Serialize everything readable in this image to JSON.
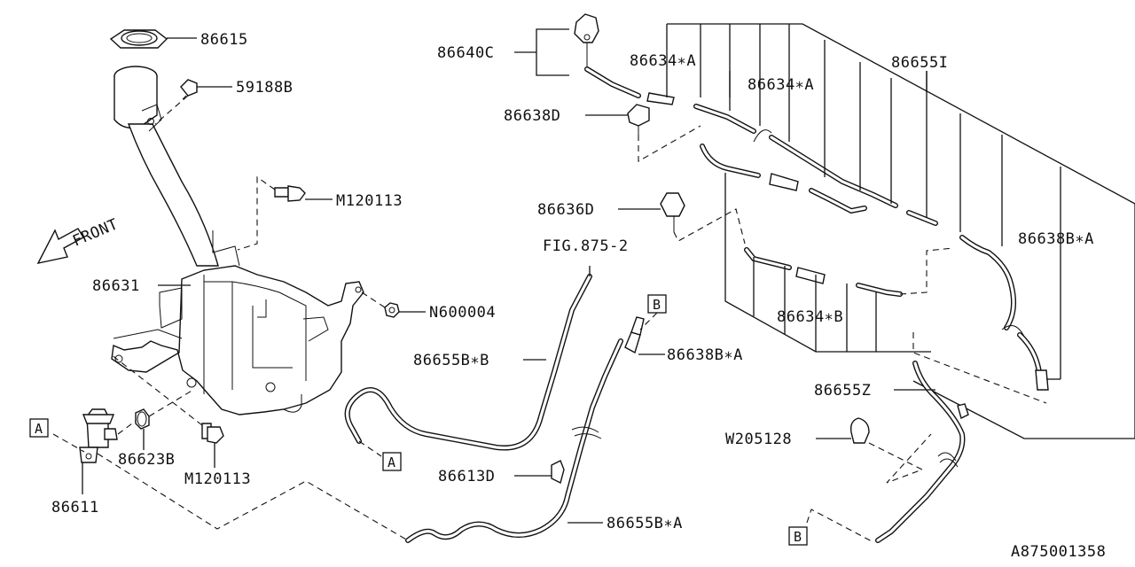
{
  "diagram": {
    "callouts": {
      "p86615": "86615",
      "p59188b": "59188B",
      "m120113_top": "M120113",
      "front": "FRONT",
      "p86631": "86631",
      "n600004": "N600004",
      "p86623b": "86623B",
      "m120113_bottom": "M120113",
      "p86611": "86611",
      "p86640c": "86640C",
      "p86634a_1": "86634∗A",
      "p86634a_2": "86634∗A",
      "p86655i": "86655I",
      "p86638d": "86638D",
      "p86636d": "86636D",
      "fig875": "FIG.875-2",
      "p86638ba_right": "86638B∗A",
      "p86634b": "86634∗B",
      "p86655bb": "86655B∗B",
      "p86638ba_mid": "86638B∗A",
      "p86655z": "86655Z",
      "w205128": "W205128",
      "p86613d": "86613D",
      "p86655ba": "86655B∗A",
      "ref_code": "A875001358"
    },
    "markers": {
      "a_left": "A",
      "a_mid": "A",
      "b_top": "B",
      "b_bottom": "B"
    }
  }
}
